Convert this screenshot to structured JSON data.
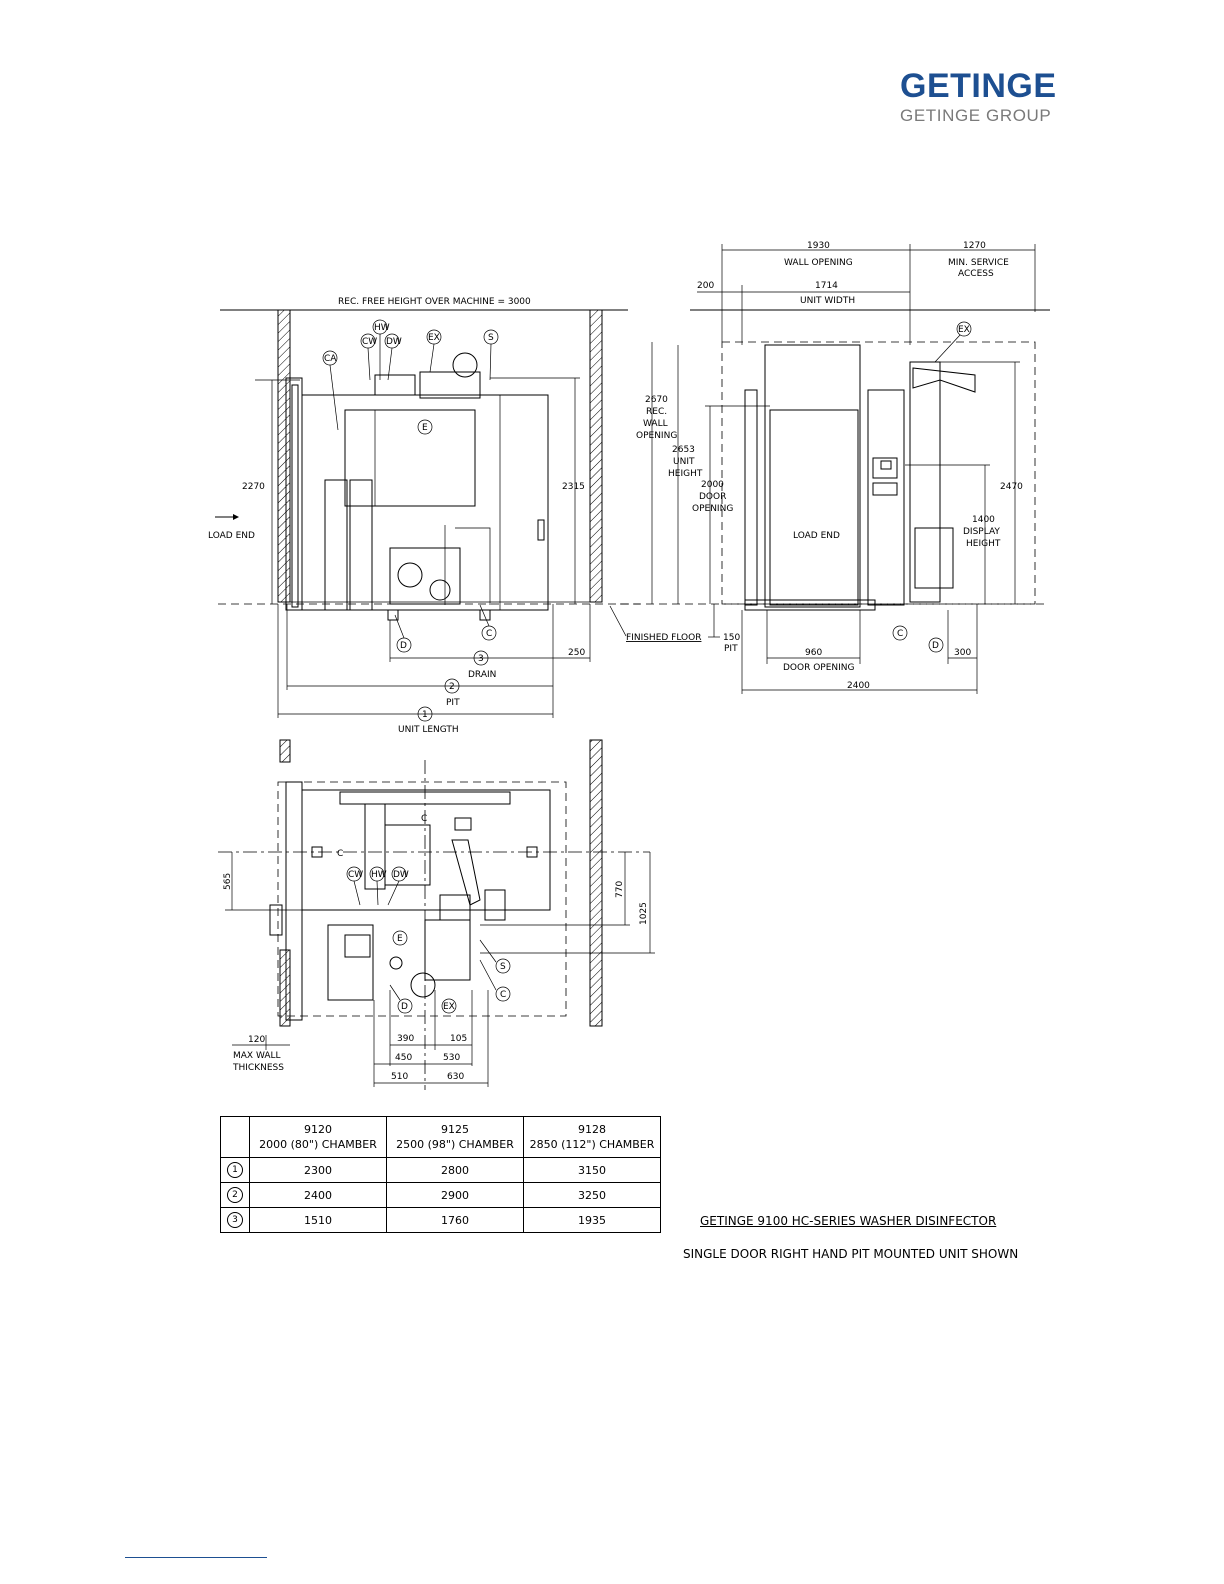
{
  "logo": {
    "brand": "GETINGE",
    "group": "GETINGE GROUP",
    "brand_color": "#1d4f91",
    "group_color": "#7a7a7a"
  },
  "side_view": {
    "rec_free_height": "REC. FREE HEIGHT OVER MACHINE = 3000",
    "load_end": "LOAD END",
    "dim_2270": "2270",
    "dim_2315": "2315",
    "dim_250": "250",
    "drain_num": "3",
    "drain": "DRAIN",
    "pit_num": "2",
    "pit": "PIT",
    "unit_length_num": "1",
    "unit_length": "UNIT LENGTH",
    "finished_floor": "FINISHED FLOOR",
    "tags": {
      "hw": "HW",
      "cw": "CW",
      "dw": "DW",
      "ex": "EX",
      "s": "S",
      "ca": "CA",
      "e": "E",
      "d": "D",
      "c": "C"
    }
  },
  "front_view": {
    "dim_1930": "1930",
    "wall_opening": "WALL OPENING",
    "dim_1270": "1270",
    "min_service": "MIN. SERVICE",
    "access": "ACCESS",
    "dim_200": "200",
    "dim_1714": "1714",
    "unit_width": "UNIT WIDTH",
    "rec_wall": [
      "2670",
      "REC.",
      "WALL",
      "OPENING"
    ],
    "unit_height": [
      "2653",
      "UNIT",
      "HEIGHT"
    ],
    "door_opening_v": [
      "2000",
      "DOOR",
      "OPENING"
    ],
    "load_end": "LOAD END",
    "dim_2470": "2470",
    "display_height": [
      "1400",
      "DISPLAY",
      "HEIGHT"
    ],
    "pit_150": [
      "150",
      "PIT"
    ],
    "dim_960": "960",
    "door_opening": "DOOR OPENING",
    "dim_300": "300",
    "dim_2400": "2400",
    "tags": {
      "ex": "EX",
      "c": "C",
      "d": "D"
    }
  },
  "plan_view": {
    "dim_565": "565",
    "dim_770": "770",
    "dim_1025": "1025",
    "dim_120": "120",
    "max_wall": "MAX WALL",
    "thickness": "THICKNESS",
    "dim_390": "390",
    "dim_105": "105",
    "dim_450": "450",
    "dim_530": "530",
    "dim_510": "510",
    "dim_630": "630",
    "cl": "C",
    "tags": {
      "cw": "CW",
      "hw": "HW",
      "dw": "DW",
      "e": "E",
      "s": "S",
      "c": "C",
      "d": "D",
      "ex": "EX"
    }
  },
  "table": {
    "headers": [
      {
        "model": "9120",
        "chamber": "2000 (80\") CHAMBER"
      },
      {
        "model": "9125",
        "chamber": "2500 (98\") CHAMBER"
      },
      {
        "model": "9128",
        "chamber": "2850 (112\") CHAMBER"
      }
    ],
    "rows": [
      {
        "idx": "1",
        "values": [
          "2300",
          "2800",
          "3150"
        ]
      },
      {
        "idx": "2",
        "values": [
          "2400",
          "2900",
          "3250"
        ]
      },
      {
        "idx": "3",
        "values": [
          "1510",
          "1760",
          "1935"
        ]
      }
    ]
  },
  "caption": "GETINGE 9100 HC-SERIES WASHER DISINFECTOR",
  "subcaption": "SINGLE DOOR RIGHT HAND PIT MOUNTED UNIT SHOWN"
}
